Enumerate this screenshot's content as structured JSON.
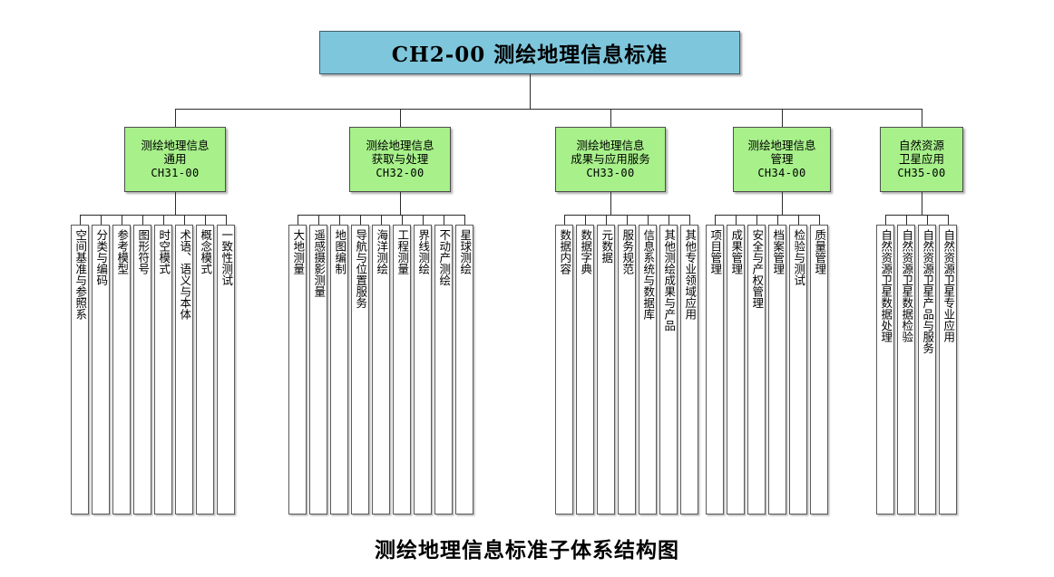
{
  "diagram": {
    "caption": "测绘地理信息标准子体系结构图",
    "colors": {
      "root_fill": "#7EC6DC",
      "category_fill": "#A7F08A",
      "leaf_fill": "#FFFFFF",
      "line": "#2B2B2B",
      "border": "#4B4B4B"
    },
    "root": {
      "label": "CH2-00  测绘地理信息标准"
    },
    "categories": [
      {
        "title_lines": [
          "测绘地理信息",
          "通用"
        ],
        "code": "CH31-00",
        "leaves": [
          "空间基准与参照系",
          "分类与编码",
          "参考模型",
          "图形符号",
          "时空模式",
          "术语、语义与本体",
          "概念模式",
          "一致性测试"
        ]
      },
      {
        "title_lines": [
          "测绘地理信息",
          "获取与处理"
        ],
        "code": "CH32-00",
        "leaves": [
          "大地测量",
          "遥感摄影测量",
          "地图编制",
          "导航与位置服务",
          "海洋测绘",
          "工程测量",
          "界线测绘",
          "不动产测绘",
          "星球测绘"
        ]
      },
      {
        "title_lines": [
          "测绘地理信息",
          "成果与应用服务"
        ],
        "code": "CH33-00",
        "leaves": [
          "数据内容",
          "数据字典",
          "元数据",
          "服务规范",
          "信息系统与数据库",
          "其他测绘成果与产品",
          "其他专业领域应用"
        ]
      },
      {
        "title_lines": [
          "测绘地理信息",
          "管理"
        ],
        "code": "CH34-00",
        "leaves": [
          "项目管理",
          "成果管理",
          "安全与产权管理",
          "档案管理",
          "检验与测试",
          "质量管理"
        ]
      },
      {
        "title_lines": [
          "自然资源",
          "卫星应用"
        ],
        "code": "CH35-00",
        "leaves": [
          "自然资源卫星数据处理",
          "自然资源卫星数据检验",
          "自然资源卫星产品与服务",
          "自然资源卫星专业应用"
        ]
      }
    ]
  }
}
